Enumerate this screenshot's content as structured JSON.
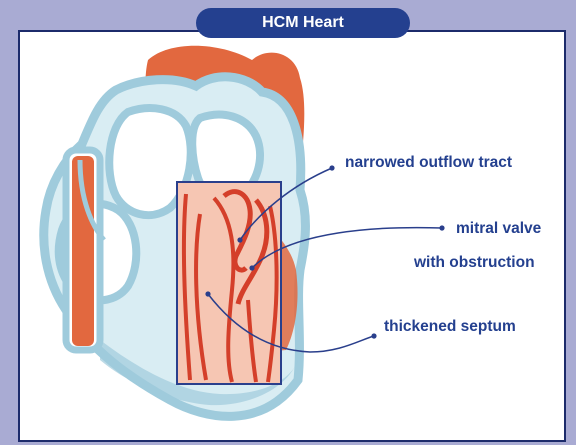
{
  "title": "HCM Heart",
  "labels": {
    "outflow": "narrowed outflow tract",
    "mitral_line1": "mitral valve",
    "mitral_line2": "with obstruction",
    "septum": "thickened septum"
  },
  "colors": {
    "background": "#a9abd3",
    "title_bg": "#24408f",
    "label_text": "#24408f",
    "heart_outline": "#9fcbdc",
    "heart_fill": "#d9edf3",
    "muscle_red": "#e2683f",
    "septum_fill": "#f6c6b3",
    "leader_line": "#2a3f8c"
  },
  "icons": {
    "heart": "heart-diagram-icon"
  }
}
